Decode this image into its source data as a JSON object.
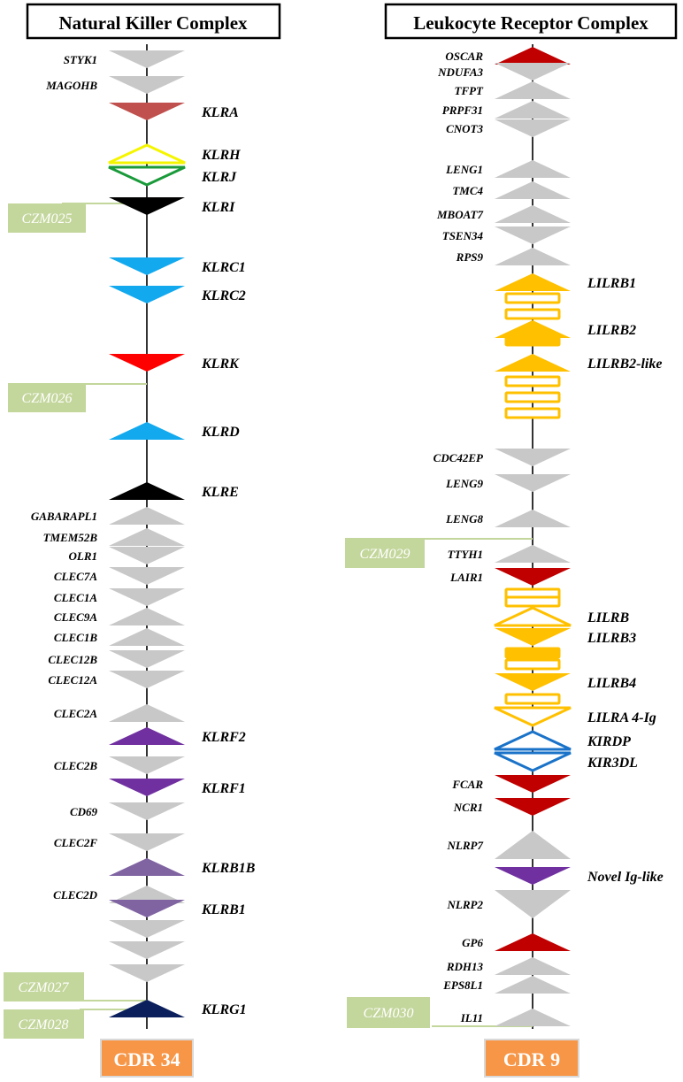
{
  "nkc": {
    "title": "Natural Killer Complex",
    "footer": "CDR 34",
    "czm": [
      "CZM025",
      "CZM026",
      "CZM027",
      "CZM028"
    ],
    "genes": [
      {
        "label": "STYK1",
        "side": "L",
        "dir": "down",
        "color": "#c8c8c8",
        "style": "fill",
        "lbl": "small"
      },
      {
        "label": "MAGOHB",
        "side": "L",
        "dir": "down",
        "color": "#c8c8c8",
        "style": "fill",
        "lbl": "small"
      },
      {
        "label": "KLRA",
        "side": "R",
        "dir": "down",
        "color": "#c0504d",
        "style": "fill",
        "lbl": "big"
      },
      {
        "label": "KLRH",
        "side": "R",
        "dir": "up",
        "color": "#f5f500",
        "style": "outline",
        "lbl": "big"
      },
      {
        "label": "KLRJ",
        "side": "R",
        "dir": "down",
        "color": "#1a9a3a",
        "style": "outline",
        "lbl": "big"
      },
      {
        "label": "KLRI",
        "side": "R",
        "dir": "down",
        "color": "#000000",
        "style": "fill",
        "lbl": "big"
      },
      {
        "label": "KLRC1",
        "side": "R",
        "dir": "down",
        "color": "#12a9ee",
        "style": "fill",
        "lbl": "big"
      },
      {
        "label": "KLRC2",
        "side": "R",
        "dir": "down",
        "color": "#12a9ee",
        "style": "fill",
        "lbl": "big"
      },
      {
        "label": "KLRK",
        "side": "R",
        "dir": "down",
        "color": "#ff0000",
        "style": "fill",
        "lbl": "big"
      },
      {
        "label": "KLRD",
        "side": "R",
        "dir": "up",
        "color": "#12a9ee",
        "style": "fill",
        "lbl": "big"
      },
      {
        "label": "KLRE",
        "side": "R",
        "dir": "up",
        "color": "#000000",
        "style": "fill",
        "lbl": "big"
      },
      {
        "label": "GABARAPL1",
        "side": "L",
        "dir": "up",
        "color": "#c8c8c8",
        "style": "fill",
        "lbl": "small"
      },
      {
        "label": "TMEM52B",
        "side": "L",
        "dir": "up",
        "color": "#c8c8c8",
        "style": "fill",
        "lbl": "small"
      },
      {
        "label": "OLR1",
        "side": "L",
        "dir": "down",
        "color": "#c8c8c8",
        "style": "fill",
        "lbl": "small"
      },
      {
        "label": "CLEC7A",
        "side": "L",
        "dir": "down",
        "color": "#c8c8c8",
        "style": "fill",
        "lbl": "small"
      },
      {
        "label": "CLEC1A",
        "side": "L",
        "dir": "down",
        "color": "#c8c8c8",
        "style": "fill",
        "lbl": "small"
      },
      {
        "label": "CLEC9A",
        "side": "L",
        "dir": "up",
        "color": "#c8c8c8",
        "style": "fill",
        "lbl": "small"
      },
      {
        "label": "CLEC1B",
        "side": "L",
        "dir": "up",
        "color": "#c8c8c8",
        "style": "fill",
        "lbl": "small"
      },
      {
        "label": "CLEC12B",
        "side": "L",
        "dir": "down",
        "color": "#c8c8c8",
        "style": "fill",
        "lbl": "small"
      },
      {
        "label": "CLEC12A",
        "side": "L",
        "dir": "down",
        "color": "#c8c8c8",
        "style": "fill",
        "lbl": "small"
      },
      {
        "label": "CLEC2A",
        "side": "L",
        "dir": "up",
        "color": "#c8c8c8",
        "style": "fill",
        "lbl": "small"
      },
      {
        "label": "KLRF2",
        "side": "R",
        "dir": "up",
        "color": "#7030a0",
        "style": "fill",
        "lbl": "big"
      },
      {
        "label": "CLEC2B",
        "side": "L",
        "dir": "down",
        "color": "#c8c8c8",
        "style": "fill",
        "lbl": "small"
      },
      {
        "label": "KLRF1",
        "side": "R",
        "dir": "down",
        "color": "#7030a0",
        "style": "fill",
        "lbl": "big"
      },
      {
        "label": "CD69",
        "side": "L",
        "dir": "down",
        "color": "#c8c8c8",
        "style": "fill",
        "lbl": "small"
      },
      {
        "label": "CLEC2F",
        "side": "L",
        "dir": "down",
        "color": "#c8c8c8",
        "style": "fill",
        "lbl": "small"
      },
      {
        "label": "KLRB1B",
        "side": "R",
        "dir": "up",
        "color": "#8064a2",
        "style": "fill",
        "lbl": "big"
      },
      {
        "label": "CLEC2D",
        "side": "L",
        "dir": "up",
        "color": "#c8c8c8",
        "style": "fill",
        "lbl": "small"
      },
      {
        "label": "KLRB1",
        "side": "R",
        "dir": "down",
        "color": "#8064a2",
        "style": "fill",
        "lbl": "big"
      },
      {
        "label": "",
        "side": "L",
        "dir": "down",
        "color": "#c8c8c8",
        "style": "fill",
        "lbl": "small"
      },
      {
        "label": "",
        "side": "L",
        "dir": "down",
        "color": "#c8c8c8",
        "style": "fill",
        "lbl": "small"
      },
      {
        "label": "",
        "side": "L",
        "dir": "down",
        "color": "#c8c8c8",
        "style": "fill",
        "lbl": "small"
      },
      {
        "label": "KLRG1",
        "side": "R",
        "dir": "up",
        "color": "#0a1f5c",
        "style": "fill",
        "lbl": "big"
      }
    ]
  },
  "lrc": {
    "title": "Leukocyte Receptor Complex",
    "footer": "CDR 9",
    "czm": [
      "CZM029",
      "CZM030"
    ],
    "genes": [
      {
        "label": "OSCAR",
        "side": "L",
        "dir": "up",
        "color": "#c00000",
        "style": "fill",
        "lbl": "small"
      },
      {
        "label": "NDUFA3",
        "side": "L",
        "dir": "down",
        "color": "#c8c8c8",
        "style": "fill",
        "lbl": "small"
      },
      {
        "label": "TFPT",
        "side": "L",
        "dir": "up",
        "color": "#c8c8c8",
        "style": "fill",
        "lbl": "small"
      },
      {
        "label": "PRPF31",
        "side": "L",
        "dir": "up",
        "color": "#c8c8c8",
        "style": "fill",
        "lbl": "small"
      },
      {
        "label": "CNOT3",
        "side": "L",
        "dir": "down",
        "color": "#c8c8c8",
        "style": "fill",
        "lbl": "small"
      },
      {
        "label": "LENG1",
        "side": "L",
        "dir": "up",
        "color": "#c8c8c8",
        "style": "fill",
        "lbl": "small"
      },
      {
        "label": "TMC4",
        "side": "L",
        "dir": "up",
        "color": "#c8c8c8",
        "style": "fill",
        "lbl": "small"
      },
      {
        "label": "MBOAT7",
        "side": "L",
        "dir": "up",
        "color": "#c8c8c8",
        "style": "fill",
        "lbl": "small"
      },
      {
        "label": "TSEN34",
        "side": "L",
        "dir": "down",
        "color": "#c8c8c8",
        "style": "fill",
        "lbl": "small"
      },
      {
        "label": "RPS9",
        "side": "L",
        "dir": "up",
        "color": "#c8c8c8",
        "style": "fill",
        "lbl": "small"
      },
      {
        "label": "LILRB1",
        "side": "R",
        "dir": "up",
        "color": "#ffc000",
        "style": "fill",
        "lbl": "big"
      },
      {
        "label": "",
        "side": "R",
        "dir": "none",
        "color": "#ffc000",
        "style": "box",
        "lbl": "big"
      },
      {
        "label": "",
        "side": "R",
        "dir": "none",
        "color": "#ffc000",
        "style": "box",
        "lbl": "big"
      },
      {
        "label": "LILRB2",
        "side": "R",
        "dir": "up",
        "color": "#ffc000",
        "style": "fill",
        "lbl": "big"
      },
      {
        "label": "",
        "side": "R",
        "dir": "none",
        "color": "#ffc000",
        "style": "boxfill",
        "lbl": "big"
      },
      {
        "label": "LILRB2-like",
        "side": "R",
        "dir": "up",
        "color": "#ffc000",
        "style": "fill",
        "lbl": "big"
      },
      {
        "label": "",
        "side": "R",
        "dir": "none",
        "color": "#ffc000",
        "style": "box",
        "lbl": "big"
      },
      {
        "label": "",
        "side": "R",
        "dir": "none",
        "color": "#ffc000",
        "style": "box",
        "lbl": "big"
      },
      {
        "label": "",
        "side": "R",
        "dir": "none",
        "color": "#ffc000",
        "style": "box",
        "lbl": "big"
      },
      {
        "label": "CDC42EP",
        "side": "L",
        "dir": "down",
        "color": "#c8c8c8",
        "style": "fill",
        "lbl": "small"
      },
      {
        "label": "LENG9",
        "side": "L",
        "dir": "down",
        "color": "#c8c8c8",
        "style": "fill",
        "lbl": "small"
      },
      {
        "label": "LENG8",
        "side": "L",
        "dir": "up",
        "color": "#c8c8c8",
        "style": "fill",
        "lbl": "small"
      },
      {
        "label": "TTYH1",
        "side": "L",
        "dir": "up",
        "color": "#c8c8c8",
        "style": "fill",
        "lbl": "small"
      },
      {
        "label": "LAIR1",
        "side": "L",
        "dir": "down",
        "color": "#c00000",
        "style": "fill",
        "lbl": "small"
      },
      {
        "label": "",
        "side": "R",
        "dir": "none",
        "color": "#ffc000",
        "style": "box",
        "lbl": "big"
      },
      {
        "label": "",
        "side": "R",
        "dir": "none",
        "color": "#ffc000",
        "style": "box",
        "lbl": "big"
      },
      {
        "label": "LILRB",
        "side": "R",
        "dir": "up",
        "color": "#ffc000",
        "style": "outline",
        "lbl": "big"
      },
      {
        "label": "LILRB3",
        "side": "R",
        "dir": "down",
        "color": "#ffc000",
        "style": "fill",
        "lbl": "big"
      },
      {
        "label": "",
        "side": "R",
        "dir": "none",
        "color": "#ffc000",
        "style": "boxfill",
        "lbl": "big"
      },
      {
        "label": "",
        "side": "R",
        "dir": "none",
        "color": "#ffc000",
        "style": "box",
        "lbl": "big"
      },
      {
        "label": "LILRB4",
        "side": "R",
        "dir": "down",
        "color": "#ffc000",
        "style": "fill",
        "lbl": "big"
      },
      {
        "label": "",
        "side": "R",
        "dir": "none",
        "color": "#ffc000",
        "style": "box",
        "lbl": "big"
      },
      {
        "label": "LILRA 4-Ig",
        "side": "R",
        "dir": "down",
        "color": "#ffc000",
        "style": "outline",
        "lbl": "big"
      },
      {
        "label": "KIRDP",
        "side": "R",
        "dir": "up",
        "color": "#1a73c8",
        "style": "outline",
        "lbl": "big"
      },
      {
        "label": "KIR3DL",
        "side": "R",
        "dir": "down",
        "color": "#1a73c8",
        "style": "outline",
        "lbl": "big"
      },
      {
        "label": "FCAR",
        "side": "L",
        "dir": "down",
        "color": "#c00000",
        "style": "fill",
        "lbl": "small"
      },
      {
        "label": "NCR1",
        "side": "L",
        "dir": "down",
        "color": "#c00000",
        "style": "fill",
        "lbl": "small"
      },
      {
        "label": "NLRP7",
        "side": "L",
        "dir": "up",
        "color": "#c8c8c8",
        "style": "fill",
        "lbl": "small"
      },
      {
        "label": "Novel Ig-like",
        "side": "R",
        "dir": "down",
        "color": "#7030a0",
        "style": "fill",
        "lbl": "big"
      },
      {
        "label": "NLRP2",
        "side": "L",
        "dir": "down",
        "color": "#c8c8c8",
        "style": "fill",
        "lbl": "small"
      },
      {
        "label": "GP6",
        "side": "L",
        "dir": "up",
        "color": "#c00000",
        "style": "fill",
        "lbl": "small"
      },
      {
        "label": "RDH13",
        "side": "L",
        "dir": "up",
        "color": "#c8c8c8",
        "style": "fill",
        "lbl": "small"
      },
      {
        "label": "EPS8L1",
        "side": "L",
        "dir": "up",
        "color": "#c8c8c8",
        "style": "fill",
        "lbl": "small"
      },
      {
        "label": "IL11",
        "side": "L",
        "dir": "up",
        "color": "#c8c8c8",
        "style": "fill",
        "lbl": "small"
      }
    ]
  }
}
